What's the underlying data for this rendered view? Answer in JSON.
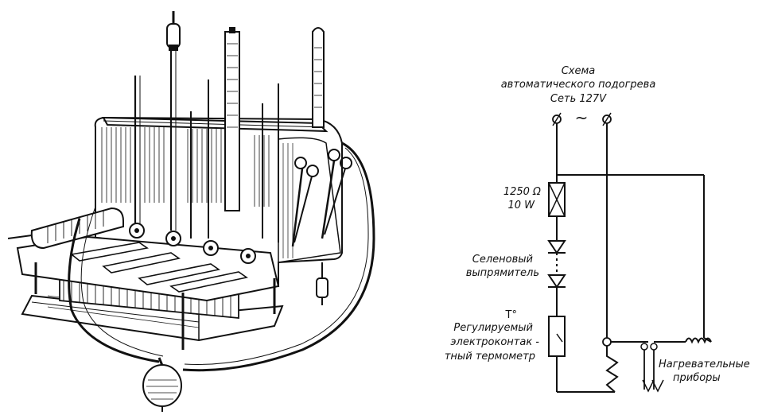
{
  "schema": {
    "title_line1": "Схема",
    "title_line2": "автоматического подогрева",
    "title_line3": "Сеть 127V",
    "resistor_value": "1250 Ω",
    "resistor_power": "10 W",
    "rectifier_line1": "Селеновый",
    "rectifier_line2": "выпрямитель",
    "thermo_symbol": "T°",
    "thermo_line1": "Регулируемый",
    "thermo_line2": "электроконтак -",
    "thermo_line3": "тный термометр",
    "heater_line1": "Нагревательные",
    "heater_line2": "приборы",
    "ac_symbol": "~"
  }
}
